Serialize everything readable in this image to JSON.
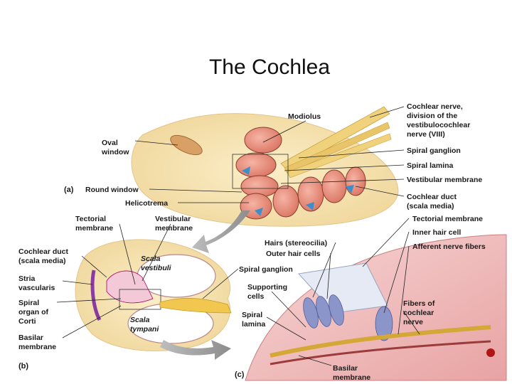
{
  "title": "The Cochlea",
  "panels": {
    "a": "(a)",
    "b": "(b)",
    "c": "(c)"
  },
  "labels_a": {
    "modiolus": "Modiolus",
    "cochlear_nerve": [
      "Cochlear nerve,",
      "division of the",
      "vestibulocochlear",
      "nerve (VIII)"
    ],
    "oval_window": [
      "Oval",
      "window"
    ],
    "round_window": "Round window",
    "helicotrema": "Helicotrema",
    "spiral_ganglion": "Spiral ganglion",
    "spiral_lamina": "Spiral lamina",
    "vestibular_membrane": "Vestibular membrane",
    "cochlear_duct": [
      "Cochlear duct",
      "(scala media)"
    ]
  },
  "labels_b": {
    "tectorial_membrane": [
      "Tectorial",
      "membrane"
    ],
    "vestibular_membrane": [
      "Vestibular",
      "membrane"
    ],
    "cochlear_duct": [
      "Cochlear duct",
      "(scala media)"
    ],
    "scala_vestibuli": [
      "Scala",
      "vestibuli"
    ],
    "stria_vascularis": [
      "Stria",
      "vascularis"
    ],
    "spiral_organ": [
      "Spiral",
      "organ of",
      "Corti"
    ],
    "scala_tympani": [
      "Scala",
      "tympani"
    ],
    "basilar_membrane": [
      "Basilar",
      "membrane"
    ],
    "spiral_ganglion": "Spiral ganglion"
  },
  "labels_c": {
    "tectorial_membrane": "Tectorial membrane",
    "inner_hair_cell": "Inner hair cell",
    "hairs": "Hairs (stereocilia)",
    "outer_hair_cells": "Outer hair cells",
    "afferent_nerve_fibers": "Afferent nerve fibers",
    "supporting_cells": [
      "Supporting",
      "cells"
    ],
    "spiral_lamina": [
      "Spiral",
      "lamina"
    ],
    "fibers_cochlear_nerve": [
      "Fibers of",
      "cochlear",
      "nerve"
    ],
    "basilar_membrane": [
      "Basilar",
      "membrane"
    ]
  }
}
